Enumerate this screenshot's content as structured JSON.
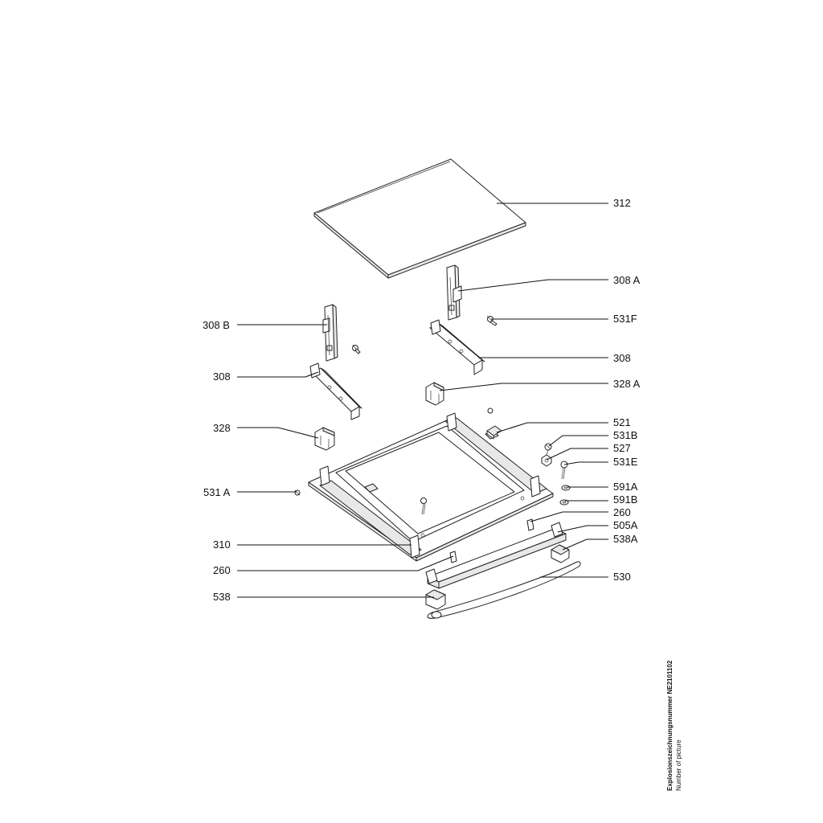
{
  "labels": {
    "l312": "312",
    "l308a": "308 A",
    "l531f": "531F",
    "l308b": "308 B",
    "l308r": "308",
    "l308l": "308",
    "l328a": "328 A",
    "l328": "328",
    "l521": "521",
    "l531b": "531B",
    "l527": "527",
    "l531e": "531E",
    "l531a": "531 A",
    "l591a": "591A",
    "l591b": "591B",
    "l260r": "260",
    "l505a": "505A",
    "l310": "310",
    "l538a": "538A",
    "l260l": "260",
    "l530": "530",
    "l538": "538"
  },
  "caption": {
    "line1": "Explosionszeichnungsnummer NE2101102",
    "line2": "Number of picture"
  }
}
